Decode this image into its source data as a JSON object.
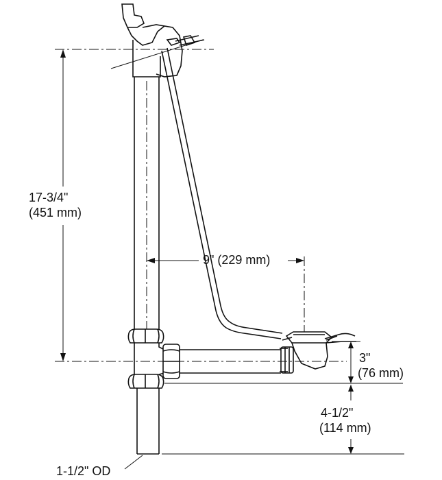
{
  "diagram": {
    "dimensions": {
      "overall_height": {
        "imperial": "17-3/4\"",
        "metric": "(451 mm)"
      },
      "horizontal_offset": {
        "text": "9\" (229 mm)"
      },
      "drain_height": {
        "imperial": "3\"",
        "metric": "(76 mm)"
      },
      "tee_to_bottom": {
        "imperial": "4-1/2\"",
        "metric": "(114 mm)"
      },
      "pipe_od": {
        "text": "1-1/2\" OD"
      }
    }
  }
}
